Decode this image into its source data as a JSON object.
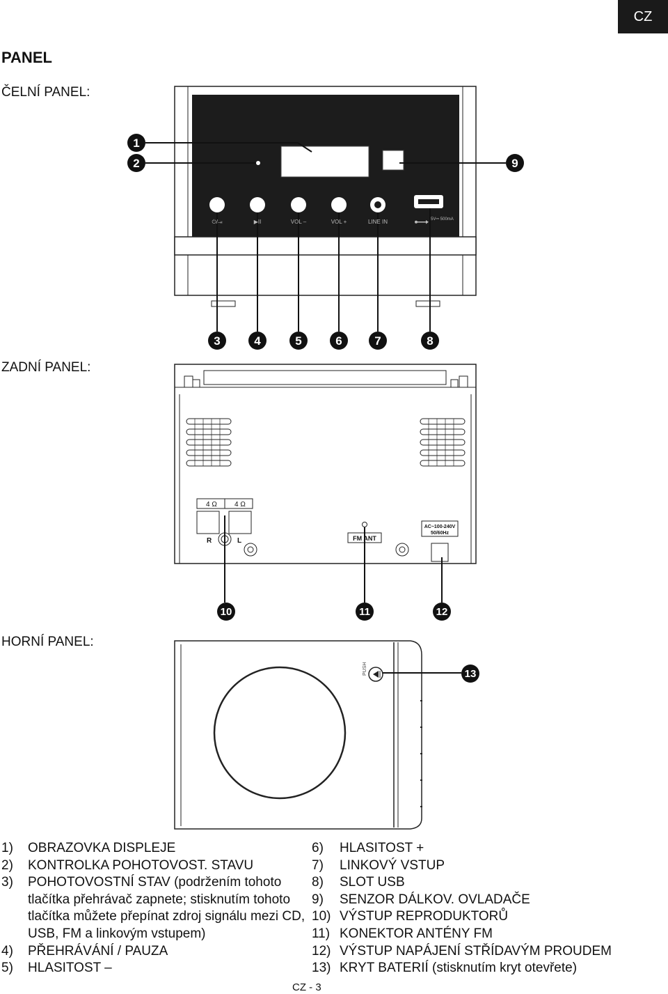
{
  "lang_badge": "CZ",
  "page_title": "PANEL",
  "sections": {
    "front": "ČELNÍ PANEL:",
    "rear": "ZADNÍ PANEL:",
    "top": "HORNÍ PANEL:"
  },
  "front_panel": {
    "buttons": [
      "⏻/⇥",
      "▶II",
      "VOL –",
      "VOL +",
      "LINE IN"
    ],
    "usb_label": "5V⎓\n500mA",
    "callouts": [
      "1",
      "2",
      "3",
      "4",
      "5",
      "6",
      "7",
      "8",
      "9"
    ]
  },
  "rear_panel": {
    "impedance_left": "4 Ω",
    "impedance_right": "4 Ω",
    "channel_r": "R",
    "channel_l": "L",
    "antenna_label": "FM ANT",
    "power_label_1": "AC~100-240V",
    "power_label_2": "50/60Hz",
    "callouts": [
      "10",
      "11",
      "12"
    ]
  },
  "top_panel": {
    "push_label": "PUSH",
    "callouts": [
      "13"
    ]
  },
  "legend_left": [
    {
      "num": "1)",
      "text": "OBRAZOVKA DISPLEJE"
    },
    {
      "num": "2)",
      "text": "KONTROLKA POHOTOVOST. STAVU"
    },
    {
      "num": "3)",
      "text": "POHOTOVOSTNÍ STAV (podržením tohoto tlačítka přehrávač zapnete; stisknutím tohoto tlačítka můžete přepínat zdroj signálu mezi CD, USB, FM a linkovým vstupem)"
    },
    {
      "num": "4)",
      "text": "PŘEHRÁVÁNÍ / PAUZA"
    },
    {
      "num": "5)",
      "text": "HLASITOST –"
    }
  ],
  "legend_right": [
    {
      "num": "6)",
      "text": "HLASITOST +"
    },
    {
      "num": "7)",
      "text": "LINKOVÝ VSTUP"
    },
    {
      "num": "8)",
      "text": "SLOT USB"
    },
    {
      "num": "9)",
      "text": "SENZOR DÁLKOV. OVLADAČE"
    },
    {
      "num": "10)",
      "text": "VÝSTUP REPRODUKTORŮ"
    },
    {
      "num": "11)",
      "text": "KONEKTOR ANTÉNY FM"
    },
    {
      "num": "12)",
      "text": "VÝSTUP NAPÁJENÍ STŘÍDAVÝM PROUDEM"
    },
    {
      "num": "13)",
      "text": "KRYT BATERIÍ (stisknutím kryt otevřete)"
    }
  ],
  "footer": "CZ - 3"
}
